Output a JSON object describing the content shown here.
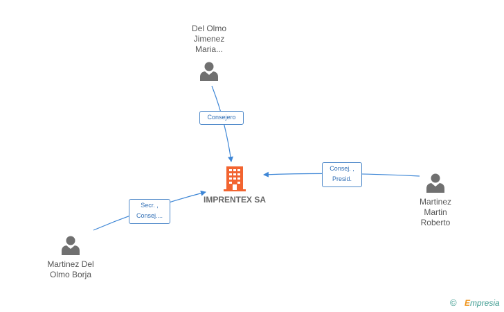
{
  "people": [
    {
      "name_lines": [
        "Del Olmo",
        "Jimenez",
        "Maria..."
      ]
    },
    {
      "name_lines": [
        "Martinez",
        "Martin",
        "Roberto"
      ]
    },
    {
      "name_lines": [
        "Martinez Del",
        "Olmo Borja"
      ]
    }
  ],
  "company": {
    "name": "IMPRENTEX SA"
  },
  "relations": [
    {
      "lines": [
        "Consejero"
      ]
    },
    {
      "lines": [
        "Consej. ,",
        "Presid."
      ]
    },
    {
      "lines": [
        "Secr. ,",
        "Consej...."
      ]
    }
  ],
  "footer": {
    "copyright_symbol": "©",
    "brand_initial": "E",
    "brand_rest": "mpresia"
  },
  "colors": {
    "person": "#707070",
    "company": "#f26430",
    "edge": "#3d86d6",
    "label_border": "#4a86c8",
    "brand": "#3a9a8e"
  },
  "icons": {
    "person": "person-icon",
    "company": "building-icon"
  }
}
